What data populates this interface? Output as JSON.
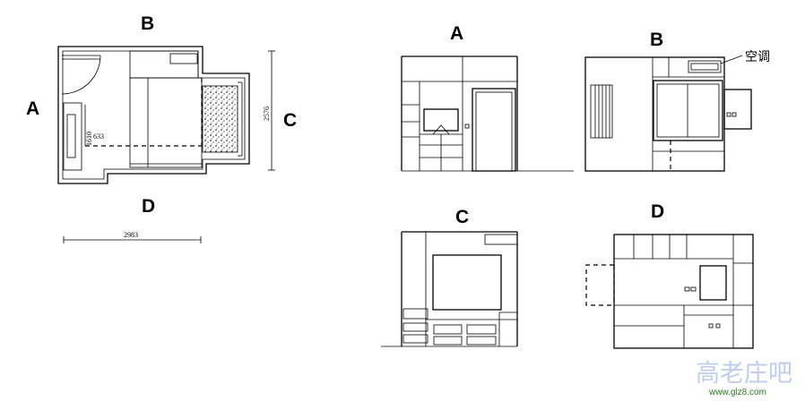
{
  "plan": {
    "labels": {
      "a": "A",
      "b": "B",
      "c": "C",
      "d": "D"
    },
    "dimensions": {
      "height": "2576",
      "width": "2983",
      "inner_a": "1610",
      "inner_b": "633"
    }
  },
  "elevations": {
    "a": {
      "title": "A"
    },
    "b": {
      "title": "B",
      "callout": "空调"
    },
    "c": {
      "title": "C"
    },
    "d": {
      "title": "D"
    }
  },
  "watermark": {
    "logo_text": "高老庄吧",
    "url": "www.glz8.com"
  },
  "colors": {
    "line": "#000000",
    "background": "#ffffff",
    "watermark_green": "#2a7a2a"
  }
}
